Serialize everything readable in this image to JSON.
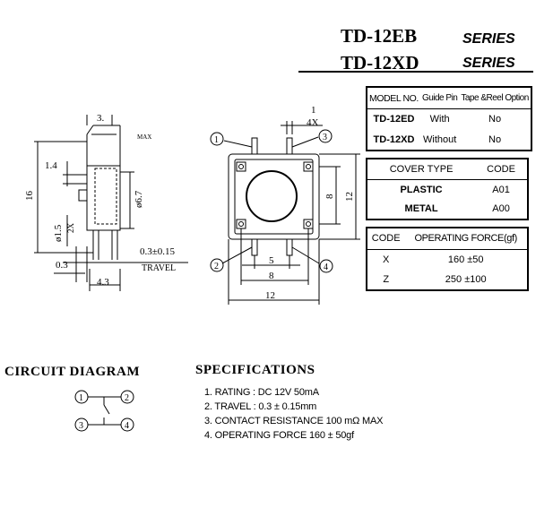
{
  "header": {
    "model_1": "TD-12EB",
    "series_1": "SERIES",
    "model_2": "TD-12XD",
    "series_2": "SERIES"
  },
  "table_models": {
    "headers": [
      "MODEL NO.",
      "Guide Pin",
      "Tape &Reel Option"
    ],
    "rows": [
      {
        "model": "TD-12ED",
        "guide_pin": "With",
        "tape_reel": "No"
      },
      {
        "model": "TD-12XD",
        "guide_pin": "Without",
        "tape_reel": "No"
      }
    ]
  },
  "table_cover": {
    "headers": [
      "COVER TYPE",
      "CODE"
    ],
    "rows": [
      {
        "type": "PLASTIC",
        "code": "A01"
      },
      {
        "type": "METAL",
        "code": "A00"
      }
    ]
  },
  "table_force": {
    "headers": [
      "CODE",
      "OPERATING FORCE(gf)"
    ],
    "rows": [
      {
        "code": "X",
        "force": "160 ±50"
      },
      {
        "code": "Z",
        "force": "250 ±100"
      }
    ]
  },
  "side_view": {
    "dim_3": "3.",
    "max_label": "MAX",
    "dim_16": "16",
    "dim_14": "1.4",
    "dim_dia67": "ø6.7",
    "dim_dia15": "ø1.5",
    "dim_2x": "2X",
    "dim_travel_value": "0.3±0.15",
    "dim_travel_label": "TRAVEL",
    "dim_03": "0.3",
    "dim_43": "4.3"
  },
  "top_view": {
    "dim_1": "1",
    "dim_4x": "4X",
    "dim_8_right": "8",
    "dim_12_right": "12",
    "dim_5": "5",
    "dim_8_bottom": "8",
    "dim_12_bottom": "12",
    "pin_1": "1",
    "pin_2": "2",
    "pin_3": "3",
    "pin_4": "4"
  },
  "circuit": {
    "heading": "CIRCUIT DIAGRAM",
    "pin_1": "1",
    "pin_2": "2",
    "pin_3": "3",
    "pin_4": "4"
  },
  "specifications": {
    "heading": "SPECIFICATIONS",
    "items": [
      "1. RATING : DC 12V 50mA",
      "2. TRAVEL : 0.3 ± 0.15mm",
      "3. CONTACT RESISTANCE 100 mΩ MAX",
      "4. OPERATING FORCE 160 ± 50gf"
    ]
  }
}
